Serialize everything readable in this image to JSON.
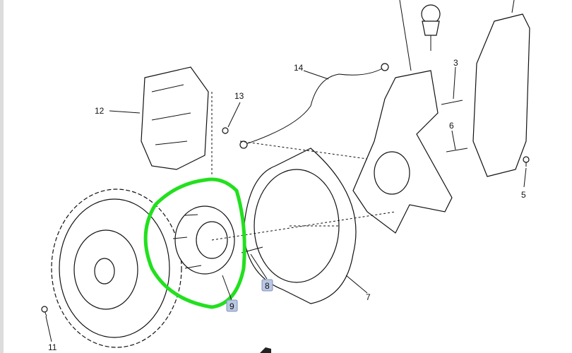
{
  "diagram": {
    "callouts": [
      {
        "id": "3",
        "text": "3",
        "highlighted": false
      },
      {
        "id": "5",
        "text": "5",
        "highlighted": false
      },
      {
        "id": "6",
        "text": "6",
        "highlighted": false
      },
      {
        "id": "7",
        "text": "7",
        "highlighted": false
      },
      {
        "id": "8",
        "text": "8",
        "highlighted": true
      },
      {
        "id": "9",
        "text": "9",
        "highlighted": true
      },
      {
        "id": "11",
        "text": "11",
        "highlighted": false
      },
      {
        "id": "12",
        "text": "12",
        "highlighted": false
      },
      {
        "id": "13",
        "text": "13",
        "highlighted": false
      },
      {
        "id": "14",
        "text": "14",
        "highlighted": false
      }
    ],
    "highlight_color": "#22e01e",
    "badge_color": "#b9c7e2"
  }
}
